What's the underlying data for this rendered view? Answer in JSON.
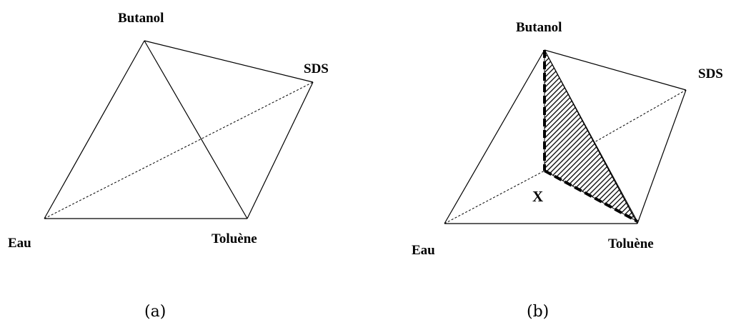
{
  "panel_a": {
    "caption": "(a)",
    "labels": {
      "butanol": "Butanol",
      "sds": "SDS",
      "eau": "Eau",
      "toluene": "Toluène"
    }
  },
  "panel_b": {
    "caption": "(b)",
    "labels": {
      "butanol": "Butanol",
      "sds": "SDS",
      "eau": "Eau",
      "toluene": "Toluène",
      "x": "X"
    }
  }
}
